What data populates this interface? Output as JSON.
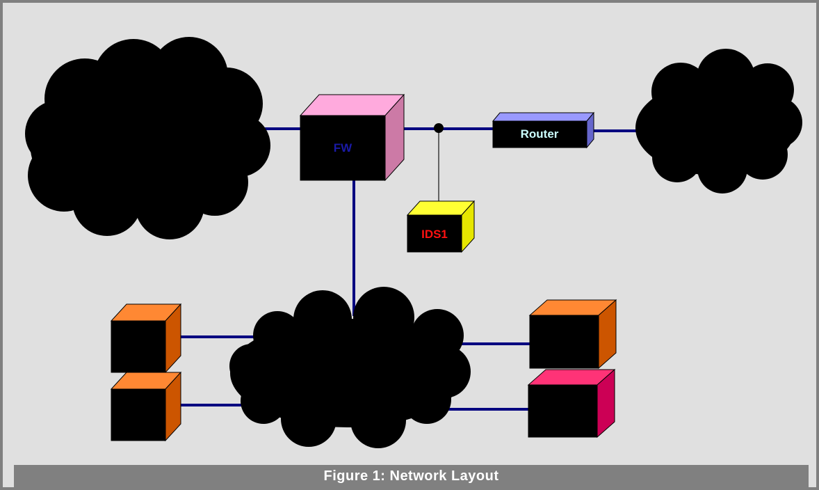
{
  "caption": "Figure 1:  Network Layout",
  "nodes": {
    "firewall": {
      "label": "FW",
      "label_color": "#1a1aa6",
      "top_color": "#ffaadd",
      "side_color": "#cc7aa6"
    },
    "router": {
      "label": "Router",
      "label_color": "#ccffff",
      "top_color": "#9999ff",
      "side_color": "#6666cc"
    },
    "ids": {
      "label": "IDS1",
      "label_color": "#ff1111",
      "top_color": "#ffff33",
      "side_color": "#e6e600"
    },
    "host_top_left": {
      "top_color": "#ff8833",
      "side_color": "#cc5500"
    },
    "host_bottom_left": {
      "top_color": "#ff8833",
      "side_color": "#cc5500"
    },
    "host_top_right": {
      "top_color": "#ff8833",
      "side_color": "#cc5500"
    },
    "host_bottom_right": {
      "top_color": "#ff3377",
      "side_color": "#cc0055"
    }
  },
  "colors": {
    "link": "#000080",
    "cloud": "#000000",
    "background": "#e0e0e0"
  }
}
